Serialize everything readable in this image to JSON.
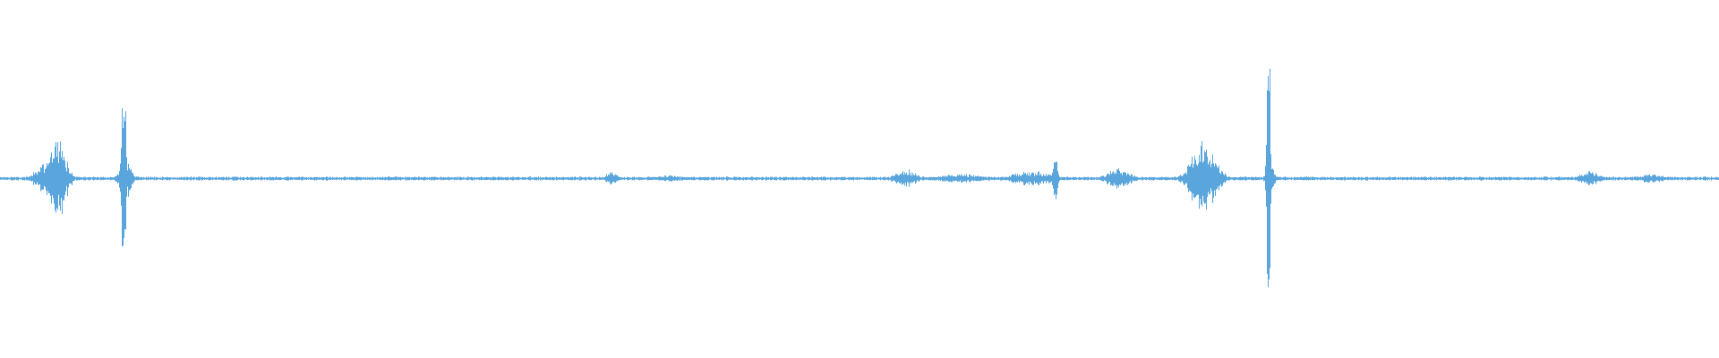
{
  "waveform": {
    "color": "#5aa6dc",
    "background": "#ffffff",
    "amplitude_range": [
      -1,
      1
    ],
    "baseline_amplitude": 0.012,
    "duration_fraction_range": [
      0,
      1
    ],
    "events": [
      {
        "t": 0.028,
        "peak": 0.12,
        "width": 0.012,
        "kind": "burst"
      },
      {
        "t": 0.034,
        "peak": 0.24,
        "width": 0.009,
        "kind": "burst"
      },
      {
        "t": 0.072,
        "peak": 0.4,
        "width": 0.002,
        "kind": "spike"
      },
      {
        "t": 0.073,
        "peak": 0.14,
        "width": 0.006,
        "kind": "burst"
      },
      {
        "t": 0.356,
        "peak": 0.05,
        "width": 0.006,
        "kind": "burst"
      },
      {
        "t": 0.39,
        "peak": 0.02,
        "width": 0.02,
        "kind": "burst"
      },
      {
        "t": 0.527,
        "peak": 0.06,
        "width": 0.012,
        "kind": "burst"
      },
      {
        "t": 0.56,
        "peak": 0.03,
        "width": 0.025,
        "kind": "burst"
      },
      {
        "t": 0.6,
        "peak": 0.05,
        "width": 0.02,
        "kind": "burst"
      },
      {
        "t": 0.614,
        "peak": 0.12,
        "width": 0.002,
        "kind": "spike"
      },
      {
        "t": 0.651,
        "peak": 0.07,
        "width": 0.012,
        "kind": "burst"
      },
      {
        "t": 0.7,
        "peak": 0.22,
        "width": 0.014,
        "kind": "burst"
      },
      {
        "t": 0.738,
        "peak": 0.62,
        "width": 0.0015,
        "kind": "spike"
      },
      {
        "t": 0.739,
        "peak": 0.12,
        "width": 0.004,
        "kind": "burst"
      },
      {
        "t": 0.925,
        "peak": 0.05,
        "width": 0.01,
        "kind": "burst"
      },
      {
        "t": 0.96,
        "peak": 0.03,
        "width": 0.015,
        "kind": "burst"
      }
    ]
  }
}
